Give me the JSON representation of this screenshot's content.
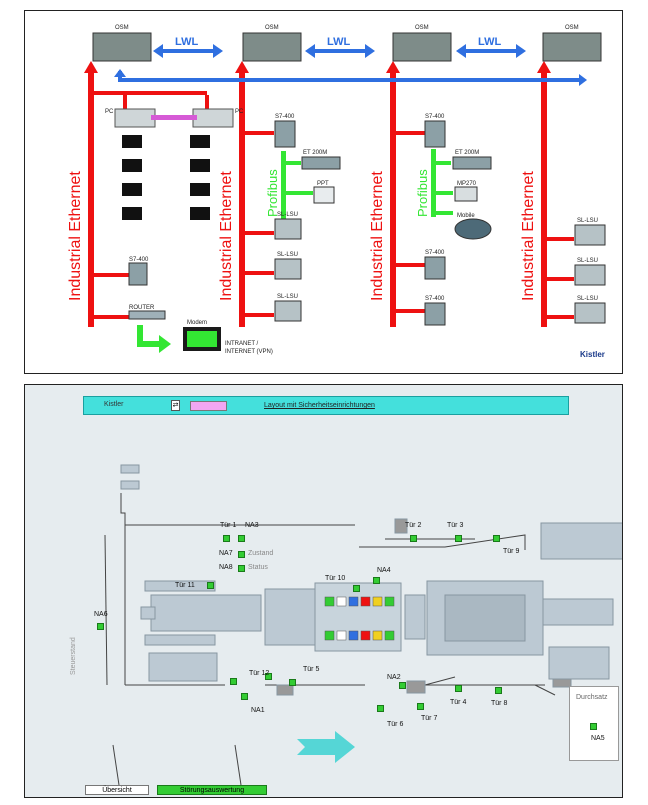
{
  "top": {
    "osm_labels": [
      "OSM",
      "OSM",
      "OSM",
      "OSM"
    ],
    "lwl_labels": [
      "LWL",
      "LWL",
      "LWL"
    ],
    "industrial_ethernet_labels": [
      "Industrial Ethernet",
      "Industrial Ethernet",
      "Industrial Ethernet",
      "Industrial Ethernet"
    ],
    "profibus_labels": [
      "Profibus",
      "Profibus"
    ],
    "pc_labels": [
      "PC",
      "PC"
    ],
    "col1": {
      "s7": "S7-400",
      "router": "ROUTER",
      "modem": "Modem",
      "intranet": "INTRANET /",
      "intranet2": "INTERNET (VPN)"
    },
    "col2": {
      "s7": "S7-400",
      "et": "ET 200M",
      "ppt": "PPT",
      "sl": [
        "SL-LSU",
        "SL-LSU",
        "SL-LSU"
      ]
    },
    "col3": {
      "s7": "S7-400",
      "et": "ET 200M",
      "mp": "MP270",
      "mobile": "Mobile",
      "s7b": "S7-400",
      "s7c": "S7-400"
    },
    "col4": {
      "sl": [
        "SL-LSU",
        "SL-LSU",
        "SL-LSU"
      ]
    },
    "logo": "Kistler",
    "colors": {
      "red": "#ee1111",
      "blue": "#2f6fe0",
      "green": "#33e633"
    }
  },
  "bottom": {
    "header": {
      "brand": "Kistler",
      "icon": "⇄",
      "title": "Layout mit Sicherheitseinrichtungen"
    },
    "labels": {
      "tuer1": "Tür 1",
      "na3": "NA3",
      "na7": "NA7",
      "na8": "NA8",
      "zustand": "Zustand",
      "status": "Status",
      "tuer10": "Tür 10",
      "na4": "NA4",
      "tuer2": "Tür 2",
      "tuer3": "Tür 3",
      "tuer9": "Tür 9",
      "na6": "NA6",
      "tuer11": "Tür 11",
      "tuer12": "Tür 12",
      "tuer5": "Tür 5",
      "na2": "NA2",
      "na1": "NA1",
      "tuer6": "Tür 6",
      "tuer7": "Tür 7",
      "tuer4": "Tür 4",
      "tuer8": "Tür 8",
      "na5": "NA5",
      "vertical": "Steuerstand"
    },
    "legend": {
      "title": "Durchsatz"
    },
    "buttons": {
      "overview": "Übersicht",
      "active": "Störungsauswertung"
    },
    "colors": {
      "header": "#44e0dc",
      "indicator": "#33cc33",
      "arrow": "#55d6d6"
    }
  }
}
